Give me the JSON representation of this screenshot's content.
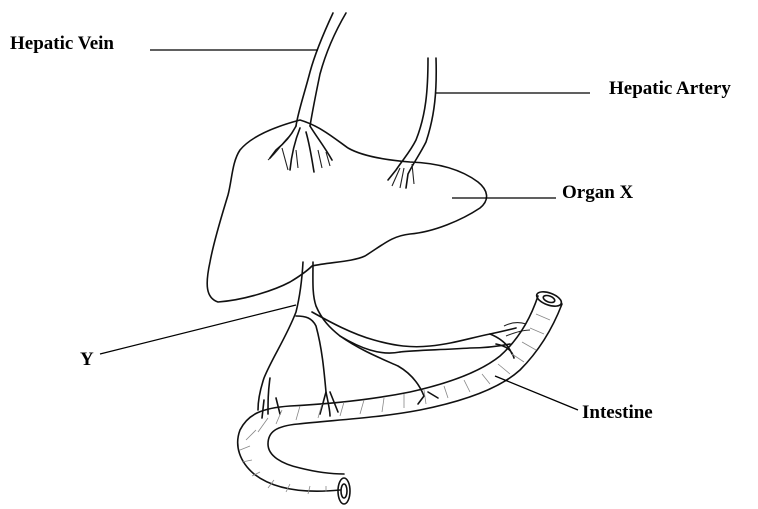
{
  "labels": {
    "hepatic_vein": "Hepatic Vein",
    "hepatic_artery": "Hepatic Artery",
    "organ_x": "Organ X",
    "vessel_y": "Y",
    "intestine": "Intestine"
  },
  "colors": {
    "ink": "#111111",
    "background": "#ffffff"
  }
}
